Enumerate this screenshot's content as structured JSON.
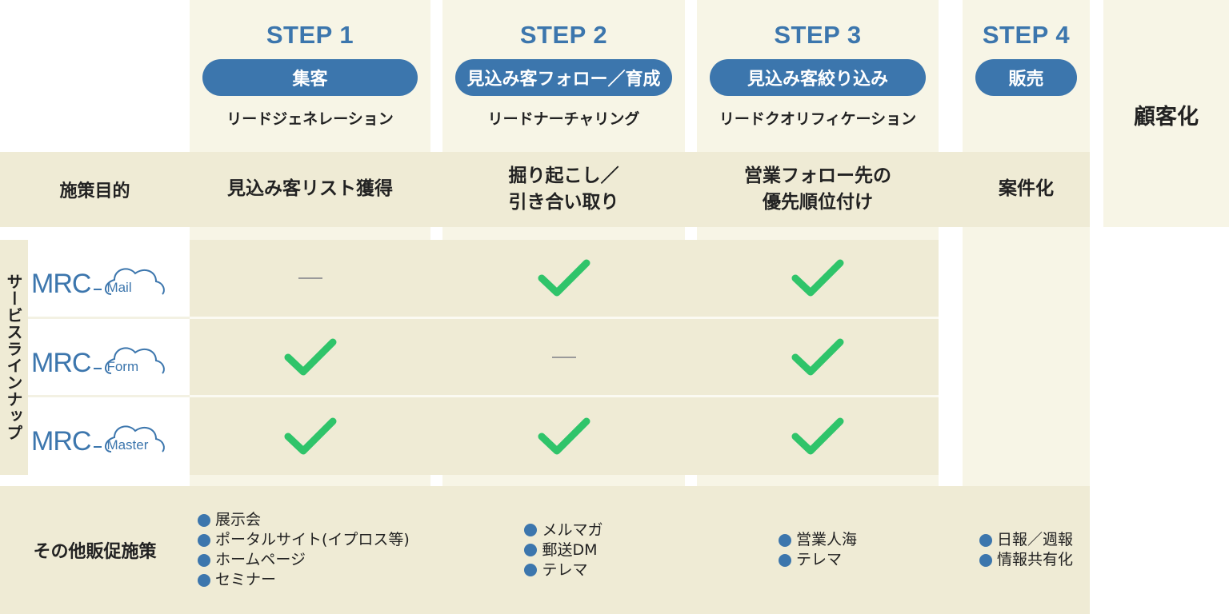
{
  "steps": [
    {
      "title": "STEP 1",
      "pill": "集客",
      "sub": "リードジェネレーション",
      "goal_lines": [
        "見込み客リスト獲得"
      ]
    },
    {
      "title": "STEP 2",
      "pill": "見込み客フォロー／育成",
      "sub": "リードナーチャリング",
      "goal_lines": [
        "掘り起こし／",
        "引き合い取り"
      ]
    },
    {
      "title": "STEP 3",
      "pill": "見込み客絞り込み",
      "sub": "リードクオリフィケーション",
      "goal_lines": [
        "営業フォロー先の",
        "優先順位付け"
      ]
    },
    {
      "title": "STEP 4",
      "pill": "販売",
      "goal_lines": [
        "案件化"
      ]
    }
  ],
  "final": "顧客化",
  "labels": {
    "goal": "施策目的",
    "lineup": "サービスラインナップ",
    "other": "その他販促施策"
  },
  "services": [
    {
      "mrc": "MRC",
      "name": "Mail",
      "cells": [
        "—",
        "check",
        "check"
      ]
    },
    {
      "mrc": "MRC",
      "name": "Form",
      "cells": [
        "check",
        "—",
        "check"
      ]
    },
    {
      "mrc": "MRC",
      "name": "Master",
      "cells": [
        "check",
        "check",
        "check"
      ]
    }
  ],
  "other_measures": [
    [
      "展示会",
      "ポータルサイト(イプロス等)",
      "ホームページ",
      "セミナー"
    ],
    [
      "メルマガ",
      "郵送DM",
      "テレマ"
    ],
    [
      "営業人海",
      "テレマ"
    ],
    [
      "日報／週報",
      "情報共有化"
    ]
  ],
  "colors": {
    "accent": "#3c76ad",
    "check": "#2fc46a",
    "column_bg": "#f7f5e6",
    "band_bg": "#efebd5"
  }
}
